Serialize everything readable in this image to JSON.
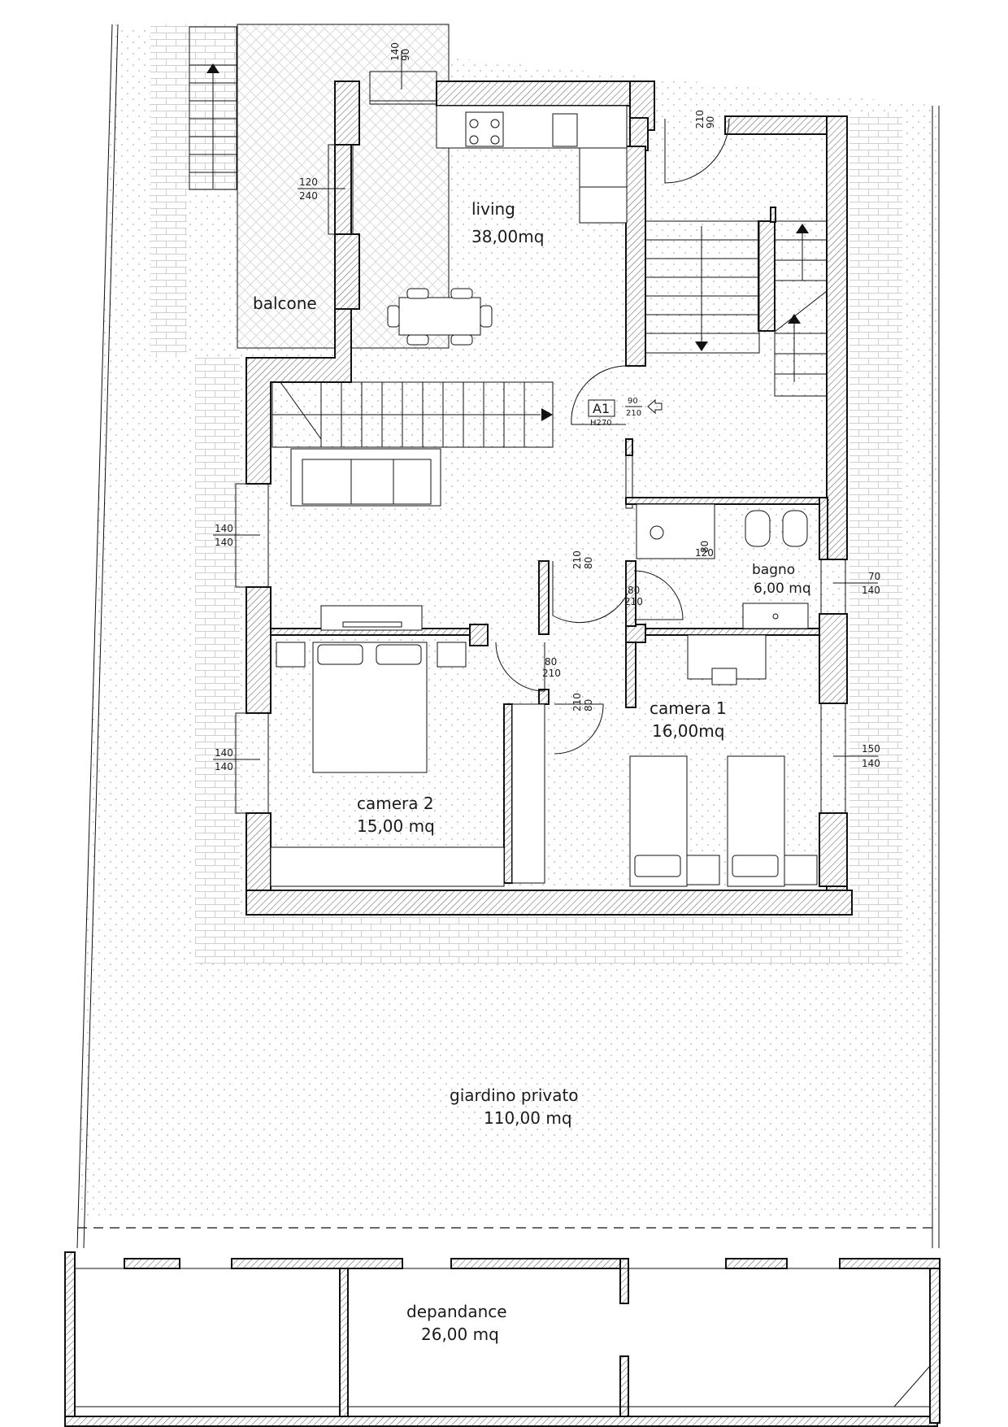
{
  "rooms": {
    "living": {
      "label": "living",
      "area": "38,00mq"
    },
    "balcone": {
      "label": "balcone"
    },
    "bagno": {
      "label": "bagno",
      "area": "6,00 mq"
    },
    "camera1": {
      "label": "camera 1",
      "area": "16,00mq"
    },
    "camera2": {
      "label": "camera 2",
      "area": "15,00 mq"
    },
    "giardino": {
      "label": "giardino privato",
      "area": "110,00 mq"
    },
    "dependance": {
      "label": "depandance",
      "area": "26,00 mq"
    }
  },
  "door_tag": {
    "code": "A1",
    "height": "H270",
    "width": "90",
    "heightdim": "210"
  },
  "dimensions": {
    "top_window": {
      "w": "90",
      "h": "140"
    },
    "entry_door": {
      "w": "90",
      "h": "210"
    },
    "balcony_window": {
      "w": "120",
      "h": "240"
    },
    "left_window_1": {
      "w": "140",
      "h": "140"
    },
    "left_window_2": {
      "w": "140",
      "h": "140"
    },
    "right_window_1": {
      "w": "70",
      "h": "140"
    },
    "right_window_2": {
      "w": "150",
      "h": "140"
    },
    "door_a": {
      "w": "80",
      "h": "210"
    },
    "door_b": {
      "w": "80",
      "h": "210"
    },
    "door_c": {
      "w": "80",
      "h": "210"
    },
    "door_d": {
      "w": "80",
      "h": "210"
    },
    "shower": {
      "w": "80",
      "h": "120"
    }
  }
}
